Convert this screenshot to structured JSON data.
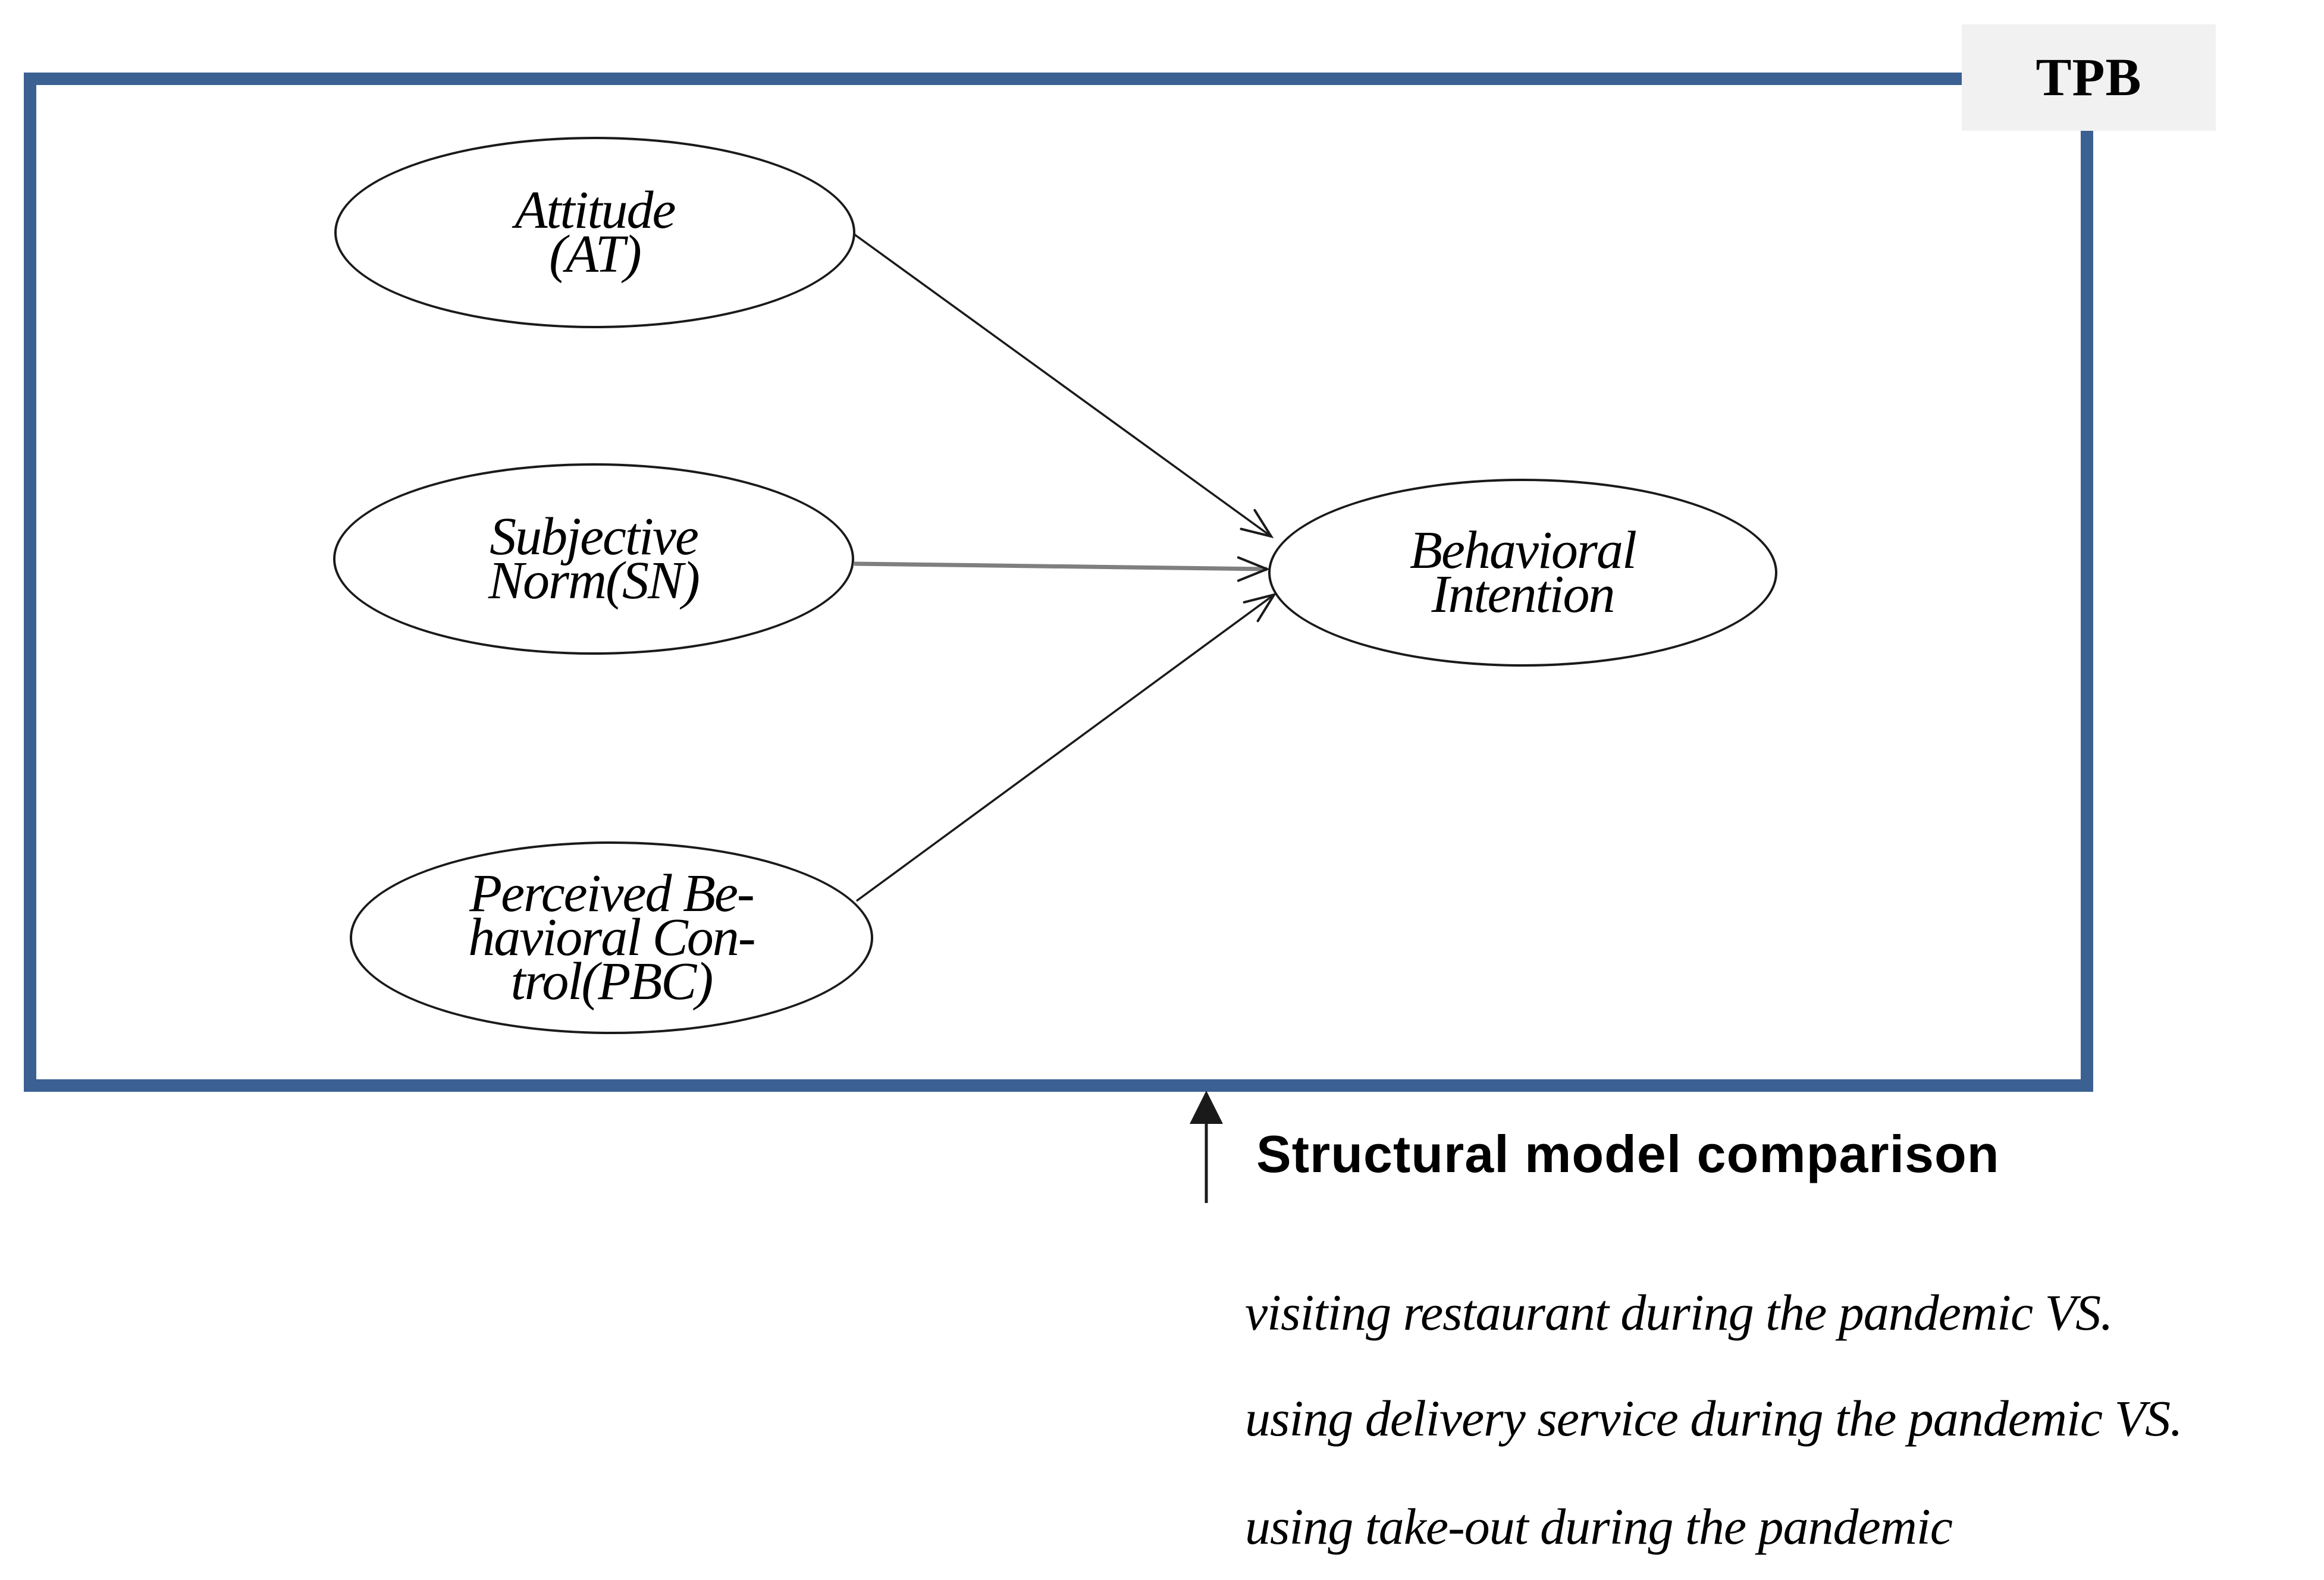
{
  "frame": {
    "label": "TPB"
  },
  "nodes": {
    "attitude": {
      "label": "Attitude\n(AT)"
    },
    "subjective_norm": {
      "label": "Subjective\nNorm(SN)"
    },
    "perceived_behavioral_control": {
      "label": "Perceived Be-\nhavioral Con-\ntrol(PBC)"
    },
    "behavioral_intention": {
      "label": "Behavioral\nIntention"
    }
  },
  "comparison": {
    "arrow_label": "Structural model comparison",
    "lines": [
      "visiting restaurant during the pandemic VS.",
      "using delivery service during the pandemic VS.",
      "using take-out during the pandemic"
    ]
  },
  "colors": {
    "frame_border": "#3A6191",
    "label_box_bg": "#F1F1F1",
    "connector": "#1A1A1A",
    "sn_connector": "#7F7F7F",
    "node_outline": "#1A1A1A"
  }
}
